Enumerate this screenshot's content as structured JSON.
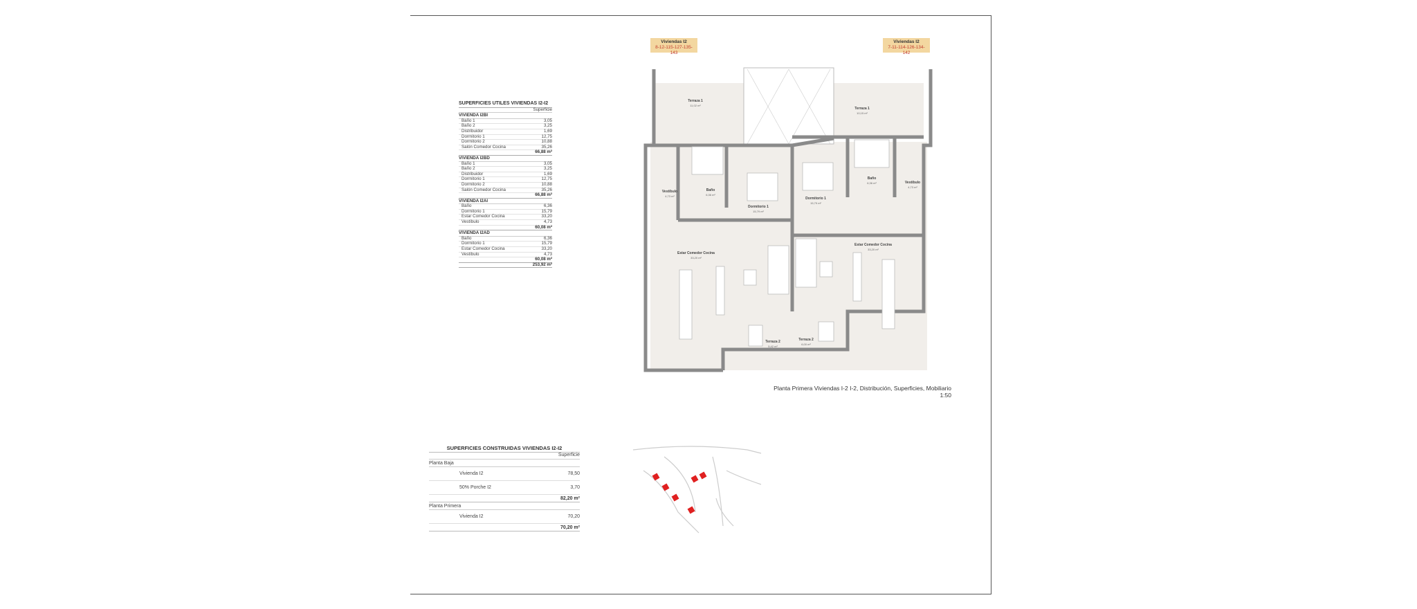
{
  "useful_areas": {
    "title": "SUPERFICIES UTILES VIVIENDAS I2-I2",
    "column_header": "Superficie",
    "groups": [
      {
        "name": "VIVIENDA I2BI",
        "rows": [
          [
            "Baño 1",
            "3,05"
          ],
          [
            "Baño 2",
            "3,25"
          ],
          [
            "Distribuidor",
            "1,69"
          ],
          [
            "Dormitorio 1",
            "12,75"
          ],
          [
            "Dormitorio 2",
            "10,88"
          ],
          [
            "Salón Comedor Cocina",
            "35,26"
          ]
        ],
        "total": "66,88 m²"
      },
      {
        "name": "VIVIENDA I2BD",
        "rows": [
          [
            "Baño 1",
            "3,05"
          ],
          [
            "Baño 2",
            "3,25"
          ],
          [
            "Distribuidor",
            "1,69"
          ],
          [
            "Dormitorio 1",
            "12,75"
          ],
          [
            "Dormitorio 2",
            "10,88"
          ],
          [
            "Salón Comedor Cocina",
            "35,26"
          ]
        ],
        "total": "66,88 m²"
      },
      {
        "name": "VIVIENDA I2AI",
        "rows": [
          [
            "Baño",
            "6,36"
          ],
          [
            "Dormitorio 1",
            "15,79"
          ],
          [
            "Estar Comedor Cocina",
            "33,20"
          ],
          [
            "Vestíbulo",
            "4,73"
          ]
        ],
        "total": "60,08 m²"
      },
      {
        "name": "VIVIENDA I2AD",
        "rows": [
          [
            "Baño",
            "6,36"
          ],
          [
            "Dormitorio 1",
            "15,79"
          ],
          [
            "Estar Comedor Cocina",
            "33,20"
          ],
          [
            "Vestíbulo",
            "4,73"
          ]
        ],
        "total": "60,08 m²"
      }
    ],
    "grand_total": "253,92 m²"
  },
  "built_areas": {
    "title": "SUPERFICIES CONSTRUIDAS VIVIENDAS I2-I2",
    "column_header": "Superficie",
    "sections": [
      {
        "name": "Planta Baja",
        "rows": [
          [
            "Vivienda I2",
            "78,50"
          ],
          [
            "50% Porche I2",
            "3,70"
          ]
        ],
        "total": "82,20 m²"
      },
      {
        "name": "Planta Primera",
        "rows": [
          [
            "Vivienda I2",
            "70,20"
          ]
        ],
        "total": "70,20 m²"
      }
    ]
  },
  "tags": [
    {
      "title": "Viviendas I2",
      "numbers": "8-12-115-127-135-143"
    },
    {
      "title": "Viviendas I2",
      "numbers": "7-11-114-126-134-142"
    }
  ],
  "rooms": [
    {
      "name": "Terraza 1",
      "area": "11,02 m²"
    },
    {
      "name": "Terraza 1",
      "area": "10,15 m²"
    },
    {
      "name": "Vestíbulo",
      "area": "4,73 m²"
    },
    {
      "name": "Baño",
      "area": "6,36 m²"
    },
    {
      "name": "Dormitorio 1",
      "area": "15,79 m²"
    },
    {
      "name": "Dormitorio 1",
      "area": "15,79 m²"
    },
    {
      "name": "Baño",
      "area": "6,36 m²"
    },
    {
      "name": "Vestíbulo",
      "area": "4,73 m²"
    },
    {
      "name": "Estar Comedor Cocina",
      "area": "33,20 m²"
    },
    {
      "name": "Estar Comedor Cocina",
      "area": "33,20 m²"
    },
    {
      "name": "Terraza 2",
      "area": "5,42 m²"
    },
    {
      "name": "Terraza 2",
      "area": "6,00 m²"
    }
  ],
  "caption": {
    "line1": "Planta Primera Viviendas I-2 I-2, Distribución, Superficies, Mobiliario",
    "scale": "1:50"
  },
  "colors": {
    "wall": "#8a8a8a",
    "floor": "#f1eeea",
    "tag": "#f3d7a0",
    "highlight": "#e02020"
  }
}
